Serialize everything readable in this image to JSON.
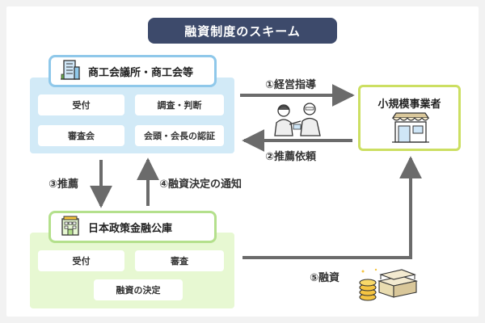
{
  "title": "融資制度のスキーム",
  "chamber": {
    "name": "商工会議所・商工会等",
    "items": [
      "受付",
      "調査・判断",
      "審査会",
      "会頭・会長の認証"
    ]
  },
  "jfc": {
    "name": "日本政策金融公庫",
    "items": [
      "受付",
      "審査",
      "融資の決定"
    ]
  },
  "business": {
    "name": "小規模事業者"
  },
  "flows": {
    "management_guidance": "①経営指導",
    "recommendation_request": "②推薦依頼",
    "recommendation": "③推薦",
    "loan_decision_notice": "④融資決定の通知",
    "loan": "⑤融資"
  },
  "icons": {
    "chamber": "office-building-icon",
    "jfc": "bank-building-icon",
    "business": "storefront-icon",
    "consultation": "consultation-people-icon",
    "money": "money-stack-icon"
  },
  "colors": {
    "title_bg": "#3d4a6b",
    "chamber_panel": "#d2eaf7",
    "chamber_border": "#8fc8ea",
    "jfc_panel": "#e7f8d2",
    "jfc_border": "#b4e08c",
    "business_border": "#ccdf62",
    "arrow": "#6b6b6b"
  }
}
